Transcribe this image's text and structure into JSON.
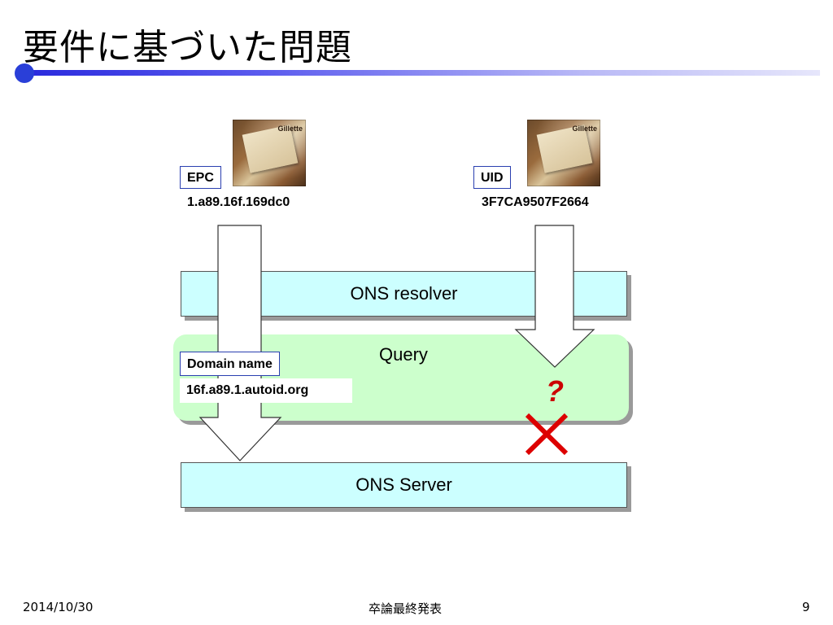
{
  "slide": {
    "title": "要件に基づいた問題"
  },
  "tags": {
    "epc": {
      "label": "EPC",
      "value": "1.a89.16f.169dc0",
      "image_brand": "Gillette"
    },
    "uid": {
      "label": "UID",
      "value": "3F7CA9507F2664",
      "image_brand": "Gillette"
    }
  },
  "diagram": {
    "resolver_label": "ONS resolver",
    "query_label": "Query",
    "domain_label": "Domain name",
    "domain_value": "16f.a89.1.autoid.org",
    "unknown_mark": "?",
    "server_label": "ONS Server"
  },
  "footer": {
    "date": "2014/10/30",
    "center": "卒論最終発表",
    "page": "9"
  },
  "colors": {
    "accent": "#2a3fd8",
    "panel_blue": "#ccffff",
    "panel_green": "#ccffcc",
    "error_red": "#cc0000"
  }
}
